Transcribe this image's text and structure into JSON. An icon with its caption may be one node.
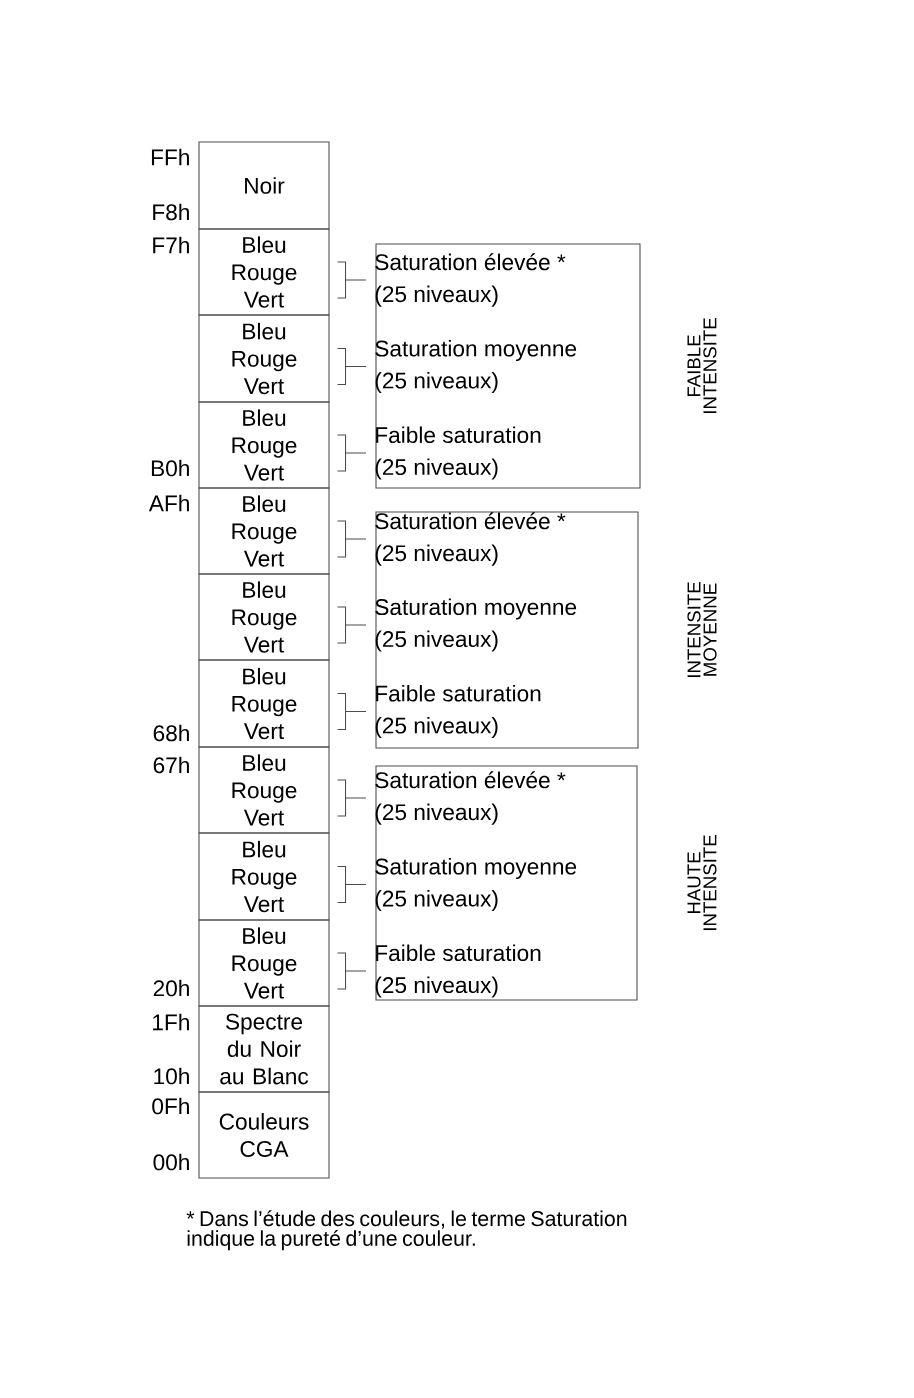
{
  "diagram": {
    "nodes": [
      {
        "text": [
          "Noir"
        ],
        "beside": [
          "FFh",
          "F8h"
        ]
      },
      {
        "text": [
          "Bleu Rouge Vert"
        ],
        "beside": [
          "F7h"
        ]
      },
      {
        "text": [
          "Bleu Rouge Vert"
        ]
      },
      {
        "text": [
          "Bleu Rouge Vert"
        ],
        "beside": [
          "B0h"
        ]
      },
      {
        "text": [
          "Bleu Rouge Vert"
        ],
        "beside": [
          "AFh"
        ]
      },
      {
        "text": [
          "Bleu Rouge Vert"
        ]
      },
      {
        "text": [
          "Bleu Rouge Vert"
        ],
        "beside": [
          "68h"
        ]
      },
      {
        "text": [
          "Bleu Rouge Vert"
        ],
        "beside": [
          "67h"
        ]
      },
      {
        "text": [
          "Bleu Rouge Vert"
        ]
      },
      {
        "text": [
          "Bleu Rouge Vert"
        ],
        "beside": [
          "20h"
        ]
      },
      {
        "text": [
          "Spectre du Noir au Blanc"
        ],
        "beside": [
          "1Fh",
          "10h"
        ]
      },
      {
        "text": [
          "Couleurs CGA"
        ],
        "beside": [
          "0Fh",
          "00h"
        ]
      },
      {
        "text": [
          "FAIBLE INTENSITE"
        ]
      },
      {
        "text": [
          "Saturation élevée *",
          "(25 niveaux)"
        ],
        "in": 12
      },
      {
        "text": [
          "Saturation moyenne",
          "(25 niveaux)"
        ],
        "in": 12
      },
      {
        "text": [
          "Faible saturation",
          "(25 niveaux)"
        ],
        "in": 12
      },
      {
        "text": [
          "INTENSITE MOYENNE"
        ]
      },
      {
        "text": [
          "Saturation élevée *",
          "(25 niveaux)"
        ],
        "in": 16
      },
      {
        "text": [
          "Saturation moyenne",
          "(25 niveaux)"
        ],
        "in": 16
      },
      {
        "text": [
          "Faible saturation",
          "(25 niveaux)"
        ],
        "in": 16
      },
      {
        "text": [
          "HAUTE INTENSITE"
        ]
      },
      {
        "text": [
          "Saturation élevée *",
          "(25 niveaux)"
        ],
        "in": 20
      },
      {
        "text": [
          "Saturation moyenne",
          "(25 niveaux)"
        ],
        "in": 20
      },
      {
        "text": [
          "Faible saturation",
          "(25 niveaux)"
        ],
        "in": 20
      }
    ],
    "edges": [
      {
        "from": 1,
        "to": 13,
        "arrow": "none"
      },
      {
        "from": 2,
        "to": 14,
        "arrow": "none"
      },
      {
        "from": 3,
        "to": 15,
        "arrow": "none"
      },
      {
        "from": 4,
        "to": 17,
        "arrow": "none"
      },
      {
        "from": 5,
        "to": 18,
        "arrow": "none"
      },
      {
        "from": 6,
        "to": 19,
        "arrow": "none"
      },
      {
        "from": 7,
        "to": 21,
        "arrow": "none"
      },
      {
        "from": 8,
        "to": 22,
        "arrow": "none"
      },
      {
        "from": 9,
        "to": 23,
        "arrow": "none"
      }
    ],
    "labels": [
      "* Dans l’étude des couleurs, le terme Saturation indique la pureté d’une couleur."
    ]
  }
}
